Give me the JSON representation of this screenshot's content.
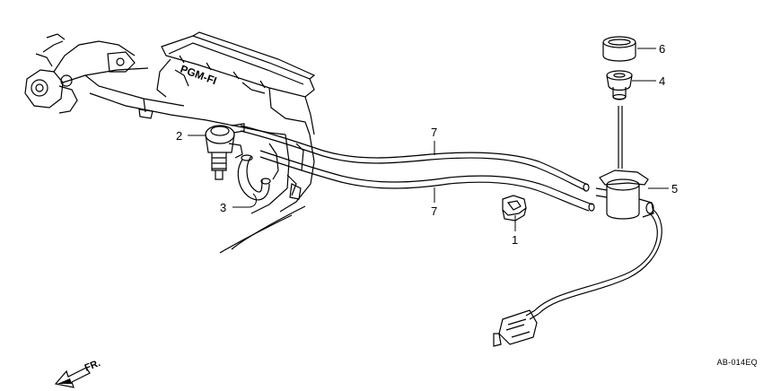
{
  "diagram": {
    "engine_marking": "PGM-FI",
    "reference_code": "AB-014EQ",
    "direction_label": "FR.",
    "callouts": [
      {
        "id": "1",
        "label": "1"
      },
      {
        "id": "2",
        "label": "2"
      },
      {
        "id": "3",
        "label": "3"
      },
      {
        "id": "4",
        "label": "4"
      },
      {
        "id": "5",
        "label": "5"
      },
      {
        "id": "6",
        "label": "6"
      },
      {
        "id": "7a",
        "label": "7"
      },
      {
        "id": "7b",
        "label": "7"
      }
    ]
  }
}
